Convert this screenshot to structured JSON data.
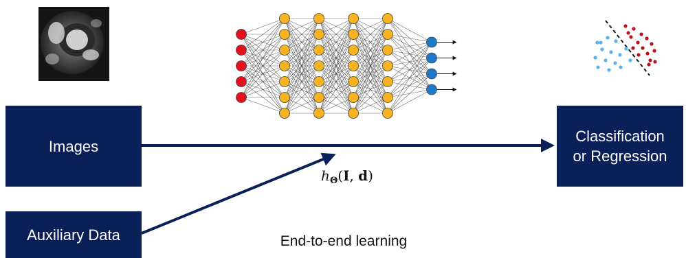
{
  "boxes": {
    "images": "Images",
    "auxiliary": "Auxiliary Data",
    "output": "Classification\nor Regression"
  },
  "formula": {
    "h": "h",
    "subscript": "Θ",
    "open": "(",
    "arg1": "I",
    "sep": ", ",
    "arg2": "d",
    "close": ")"
  },
  "caption": "End-to-end learning",
  "network": {
    "layer_sizes": [
      5,
      7,
      7,
      7,
      7,
      4
    ],
    "colors": {
      "input": "#e5101d",
      "hidden": "#f8b323",
      "output": "#1d79c9",
      "edge": "#333333"
    }
  },
  "scatter": {
    "colors": {
      "class_a": "#5ab3ee",
      "class_b": "#b4131c",
      "separator": "#111111"
    }
  },
  "arrow_color": "#0b2059",
  "icons": [
    "mri-scan-image",
    "neural-network-icon",
    "scatter-classification-icon"
  ]
}
